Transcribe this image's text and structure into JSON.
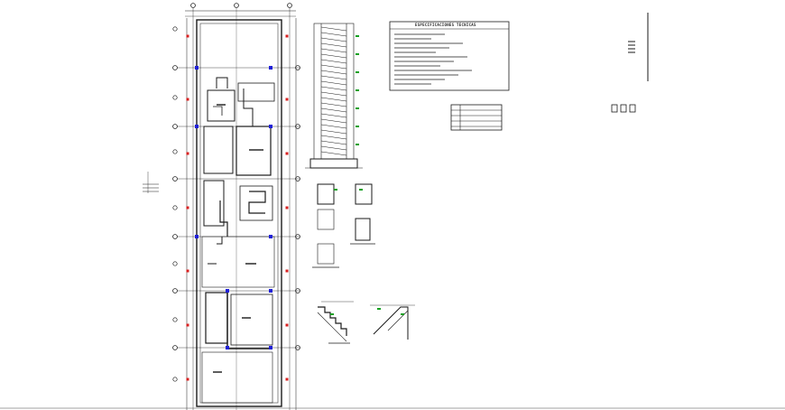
{
  "document": {
    "background": "#ffffff",
    "line_color": "#1a1a1a",
    "accent_colors": {
      "column_marker": "#2020d8",
      "rebar_marker": "#d82020",
      "annotation": "#10a020"
    }
  },
  "spec_table": {
    "title": "ESPECIFICACIONES TECNICAS"
  },
  "sheets": [
    {
      "name": "floor-plan",
      "icon": "foundation-plan-icon"
    },
    {
      "name": "column-detail",
      "icon": "column-section-icon"
    },
    {
      "name": "footing-details",
      "icon": "footing-section-icon"
    },
    {
      "name": "stair-details",
      "icon": "stair-section-icon"
    },
    {
      "name": "spec-table",
      "icon": "table-icon"
    },
    {
      "name": "legend",
      "icon": "legend-icon"
    }
  ]
}
